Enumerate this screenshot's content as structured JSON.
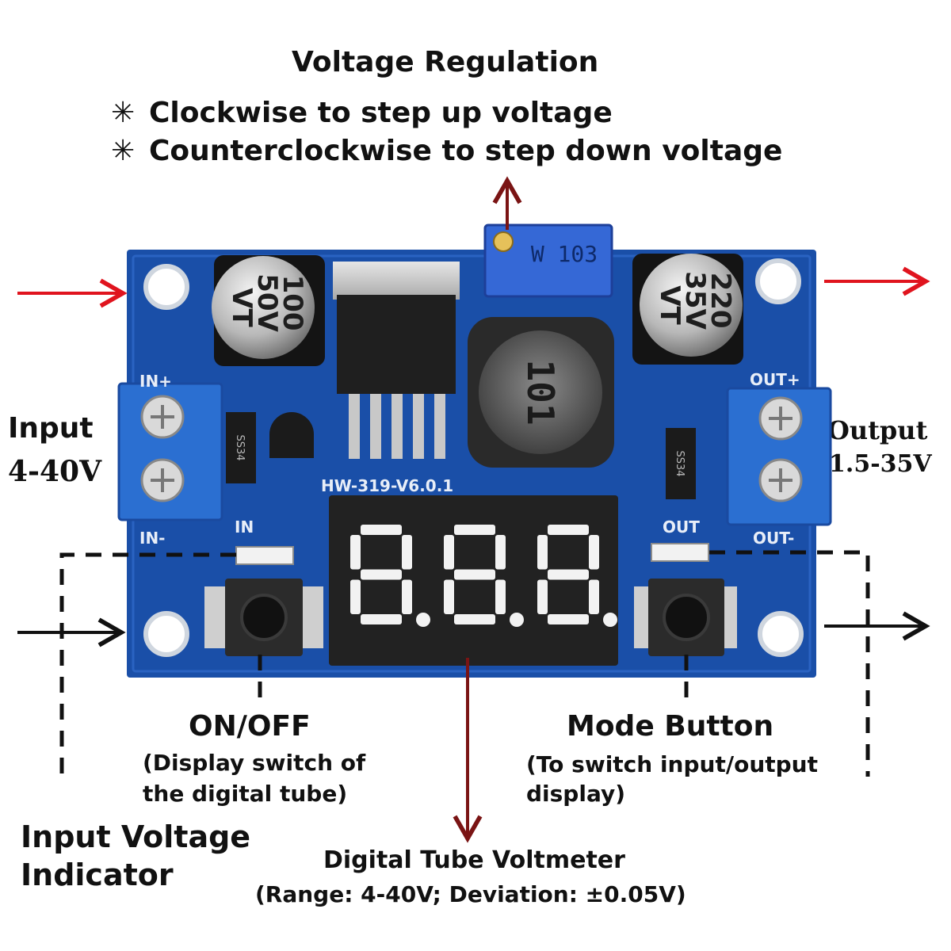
{
  "title": "Voltage Regulation",
  "bullets": {
    "symbol": "✳",
    "items": [
      "Clockwise to step up voltage",
      "Counterclockwise to step down voltage"
    ]
  },
  "input": {
    "label": "Input",
    "range": "4-40V"
  },
  "output": {
    "label": "Output",
    "range": "1.5-35V"
  },
  "on_off": {
    "title": "ON/OFF",
    "desc_line1": "(Display switch of",
    "desc_line2": "the digital tube)"
  },
  "mode_button": {
    "title": "Mode Button",
    "desc_line1": "(To switch input/output",
    "desc_line2": "display)"
  },
  "input_indicator": {
    "line1": "Input Voltage",
    "line2": "Indicator"
  },
  "voltmeter": {
    "title": "Digital Tube Voltmeter",
    "desc": "(Range: 4-40V; Deviation: ±0.05V)"
  },
  "board_markings": {
    "potentiometer": "W 103",
    "cap_in_value": "100",
    "cap_in_voltage": "50V",
    "cap_in_brand": "VT",
    "cap_out_value": "220",
    "cap_out_voltage": "35V",
    "cap_out_brand": "VT",
    "inductor": "101",
    "model": "HW-319-V6.0.1",
    "in_plus": "IN+",
    "in_minus": "IN-",
    "out_plus": "OUT+",
    "out_minus": "OUT-",
    "in_led": "IN",
    "out_led": "OUT",
    "diode_left": "SS34",
    "diode_right": "SS34",
    "display_digits": "888"
  },
  "colors": {
    "board": "#1a4fa8",
    "board_dark": "#123a82",
    "terminal": "#2b6fd1",
    "arrow_red": "#e0141e",
    "arrow_maroon": "#7a1414",
    "display_bg": "#222222",
    "segment": "#f2f2f2"
  }
}
